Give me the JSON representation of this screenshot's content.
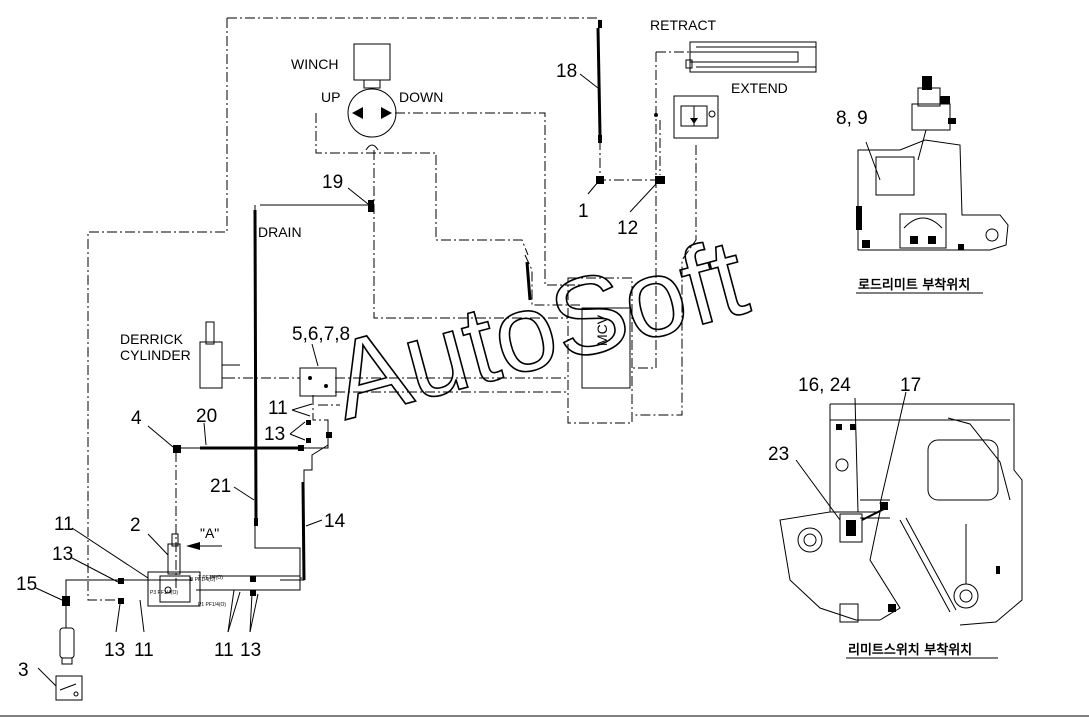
{
  "labels": {
    "winch": "WINCH",
    "up": "UP",
    "down": "DOWN",
    "retract": "RETRACT",
    "extend": "EXTEND",
    "drain": "DRAIN",
    "derrick_line1": "DERRICK",
    "derrick_line2": "CYLINDER",
    "mcv": "MCV",
    "view_a": "\"A\"",
    "watermark": "AutoSoft"
  },
  "part_numbers": {
    "n18": "18",
    "n19": "19",
    "n1": "1",
    "n12": "12",
    "n5678": "5,6,7,8",
    "n4": "4",
    "n20": "20",
    "n11_top": "11",
    "n13_top": "13",
    "n21": "21",
    "n14": "14",
    "n2": "2",
    "n11_left": "11",
    "n13_left": "13",
    "n15": "15",
    "n3": "3",
    "n13_bottom_left": "13",
    "n11_bottom_left": "11",
    "n11_bottom_right": "11",
    "n13_bottom_right": "13",
    "n89": "8, 9",
    "n1624": "16, 24",
    "n17": "17",
    "n23": "23"
  },
  "valve_marks": {
    "p1": "B PF1/4(O)",
    "p2": "T PF1/4(O)",
    "p3": "P1 PF1/4(O)",
    "p4": "P3 PF1/4(O)"
  },
  "captions": {
    "load_limit_location": "로드리미트 부착위치",
    "limit_switch_location": "리미트스위치 부착위치"
  }
}
